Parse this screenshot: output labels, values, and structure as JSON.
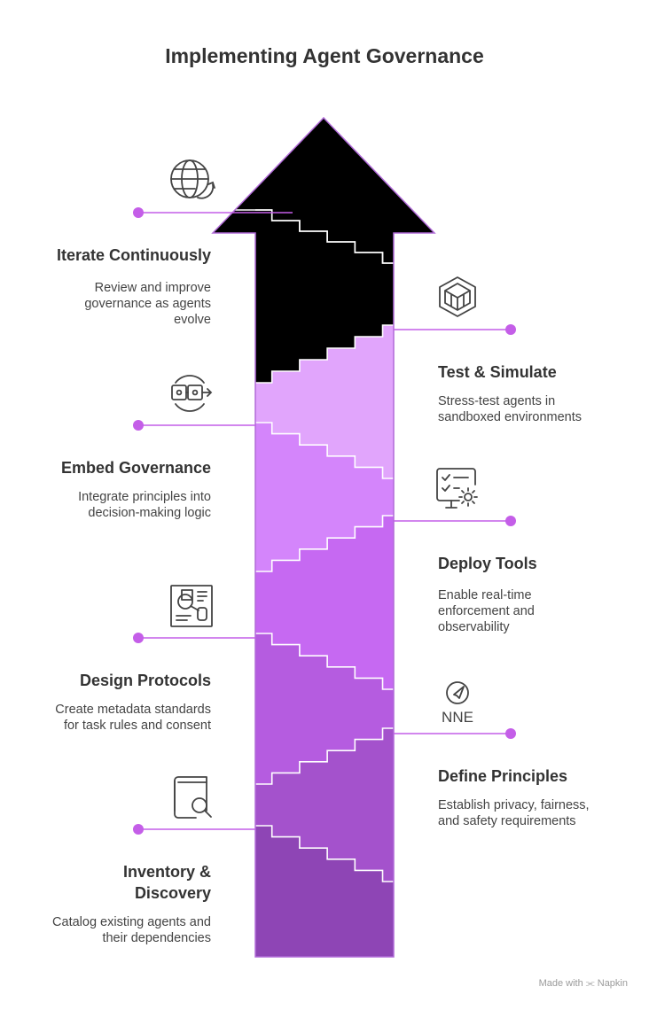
{
  "title": "Implementing Agent Governance",
  "colors": {
    "band": [
      "#8e45b5",
      "#a452cc",
      "#b55ce0",
      "#c669f2",
      "#d485fb",
      "#e1a5fc"
    ],
    "outline": "#b16bd8",
    "dot": "#c45ee8",
    "icon": "#444444"
  },
  "steps": [
    {
      "heading": "Inventory & Discovery",
      "heading_lines": [
        "Inventory &",
        "Discovery"
      ],
      "description_lines": [
        "Catalog existing agents and",
        "their dependencies"
      ],
      "icon": "book-search-icon",
      "side": "left"
    },
    {
      "heading": "Define Principles",
      "description_lines": [
        "Establish privacy, fairness,",
        "and safety requirements"
      ],
      "icon": "compass-nne-icon",
      "icon_text": "NNE",
      "side": "right"
    },
    {
      "heading": "Design Protocols",
      "description_lines": [
        "Create metadata standards",
        "for task rules and consent"
      ],
      "icon": "protocol-document-icon",
      "side": "left"
    },
    {
      "heading": "Deploy Tools",
      "description_lines": [
        "Enable real-time",
        "enforcement and",
        "observability"
      ],
      "icon": "monitor-gear-icon",
      "side": "right"
    },
    {
      "heading": "Embed Governance",
      "description_lines": [
        "Integrate principles into",
        "decision-making logic"
      ],
      "icon": "connector-cycle-icon",
      "side": "left"
    },
    {
      "heading": "Test & Simulate",
      "description_lines": [
        "Stress-test agents in",
        "sandboxed environments"
      ],
      "icon": "sandbox-cube-icon",
      "side": "right"
    },
    {
      "heading": "Iterate Continuously",
      "description_lines": [
        "Review and improve",
        "governance as agents",
        "evolve"
      ],
      "icon": "globe-refresh-icon",
      "side": "left"
    }
  ],
  "footer": {
    "label": "Made with",
    "brand": "Napkin"
  }
}
